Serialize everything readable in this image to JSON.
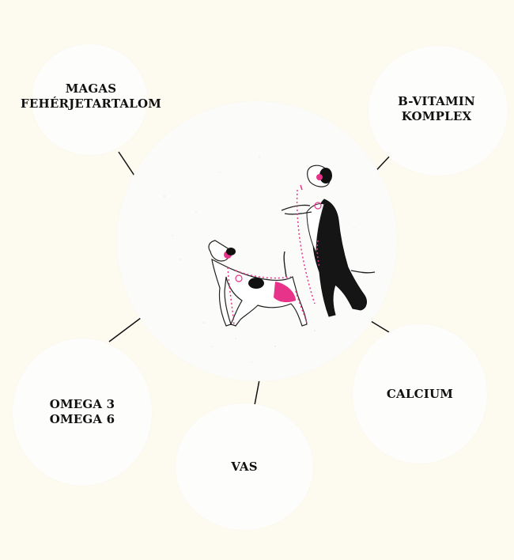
{
  "diagram": {
    "nutrients": [
      {
        "id": "magas",
        "label": "MAGAS\nFEHÉRJETARTALOM"
      },
      {
        "id": "bvit",
        "label": "B-VITAMIN\nKOMPLEX"
      },
      {
        "id": "omega",
        "label": "OMEGA 3\nOMEGA 6"
      },
      {
        "id": "vas",
        "label": "VAS"
      },
      {
        "id": "calcium",
        "label": "CALCIUM"
      }
    ]
  },
  "colors": {
    "background": "#fdfbf0",
    "circle": "#fdfdfb",
    "accent": "#e8338a",
    "line": "#111111"
  },
  "icons": [
    "standing-dog-icon",
    "jumping-dog-icon"
  ]
}
